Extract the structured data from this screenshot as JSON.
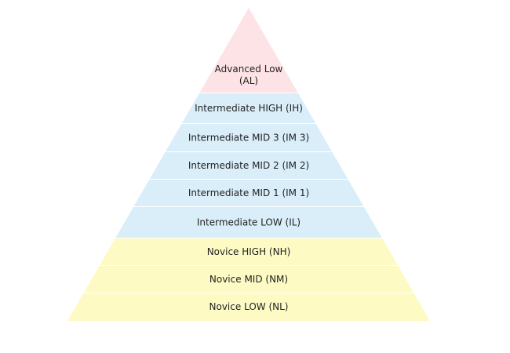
{
  "diagram": {
    "tiers": [
      {
        "lines": [
          "Advanced Low",
          "(AL)"
        ],
        "fill": "#fde3e5"
      },
      {
        "lines": [
          "Intermediate HIGH (IH)"
        ],
        "fill": "#daeefa"
      },
      {
        "lines": [
          "Intermediate MID 3 (IM 3)"
        ],
        "fill": "#daeefa"
      },
      {
        "lines": [
          "Intermediate MID 2 (IM 2)"
        ],
        "fill": "#daeefa"
      },
      {
        "lines": [
          "Intermediate MID 1 (IM 1)"
        ],
        "fill": "#daeefa"
      },
      {
        "lines": [
          "Intermediate LOW (IL)"
        ],
        "fill": "#daeefa"
      },
      {
        "lines": [
          "Novice HIGH (NH)"
        ],
        "fill": "#fdfac4"
      },
      {
        "lines": [
          "Novice MID (NM)"
        ],
        "fill": "#fdfac4"
      },
      {
        "lines": [
          "Novice LOW (NL)"
        ],
        "fill": "#fdfac4"
      }
    ],
    "separator_color": "#ffffff"
  }
}
